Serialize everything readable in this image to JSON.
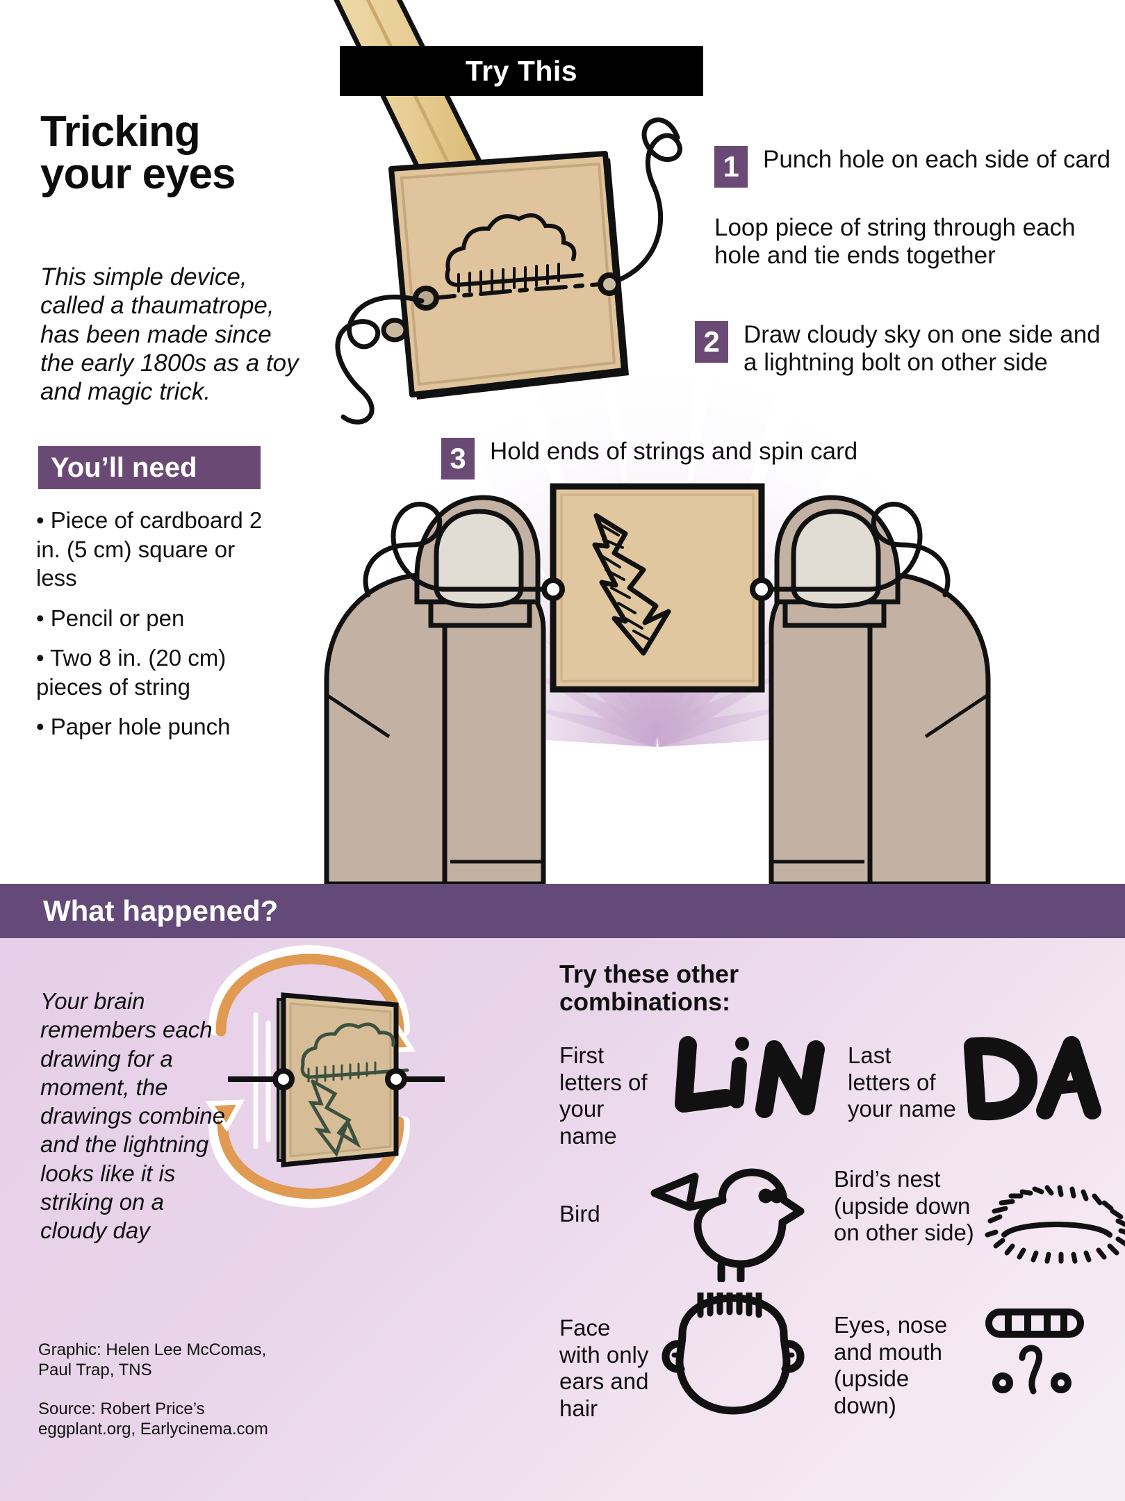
{
  "banner": {
    "label": "Try This"
  },
  "title": {
    "line1": "Tricking",
    "line2": "your eyes"
  },
  "subtitle": "This simple device, called a thaumatrope, has been made since the early 1800s as a toy and magic trick.",
  "need": {
    "heading": "You’ll need",
    "items": [
      "Piece of cardboard 2 in. (5 cm) square or less",
      "Pencil or pen",
      "Two 8 in. (20 cm) pieces of string",
      "Paper hole punch"
    ]
  },
  "steps": [
    {
      "num": "1",
      "text": "Punch hole on each side of card",
      "extra": "Loop piece of string through each hole and tie ends together"
    },
    {
      "num": "2",
      "text": "Draw cloudy sky on one side and a lightning bolt on other side",
      "extra": ""
    },
    {
      "num": "3",
      "text": "Hold ends of strings and spin card",
      "extra": ""
    }
  ],
  "what_happened": {
    "heading": "What happened?",
    "body": "Your brain remembers each drawing for a moment, the drawings combine and the lightning looks like it is striking on a cloudy day"
  },
  "combos": {
    "heading": "Try these other combinations:",
    "rows": [
      {
        "left_label": "First letters of your name",
        "left_icon": "handwritten-lin",
        "left_icon_text": "LIN",
        "right_label": "Last letters of your name",
        "right_icon": "handwritten-da",
        "right_icon_text": "DA"
      },
      {
        "left_label": "Bird",
        "left_icon": "bird-icon",
        "left_icon_text": "",
        "right_label": "Bird’s nest (upside down on other side)",
        "right_icon": "nest-icon",
        "right_icon_text": ""
      },
      {
        "left_label": "Face with only ears and hair",
        "left_icon": "face-icon",
        "left_icon_text": "",
        "right_label": "Eyes, nose and mouth (upside down)",
        "right_icon": "features-icon",
        "right_icon_text": ""
      }
    ]
  },
  "credits": {
    "graphic": "Graphic: Helen Lee McComas,\nPaul Trap, TNS",
    "source": "Source: Robert Price’s\neggplant.org, Earlycinema.com"
  },
  "colors": {
    "purple": "#6a4a74",
    "purple_bar": "#644a78",
    "panel_light": "#eadaec",
    "card": "#dcc197",
    "card_light": "#e6cfa6",
    "skin": "#c3b2a3",
    "pencil": "#e8cf9a",
    "orange": "#e09a52",
    "black": "#000000"
  }
}
